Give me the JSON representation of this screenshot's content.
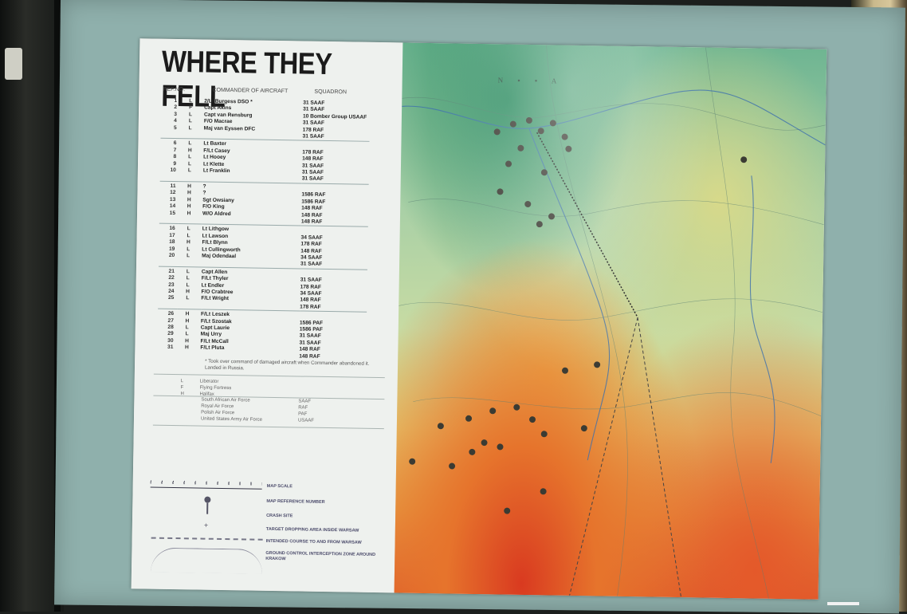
{
  "poster": {
    "title": "WHERE THEY FELL",
    "headers": {
      "ref": "REF.NO.",
      "commander": "COMMANDER OF AIRCRAFT",
      "squadron": "SQUADRON"
    },
    "crashes": [
      {
        "ref": "1",
        "type": "L",
        "commander": "2/Lt Burgess DSO *",
        "squadron": "31 SAAF"
      },
      {
        "ref": "2",
        "type": "F",
        "commander": "Capt Akins",
        "squadron": "31 SAAF"
      },
      {
        "ref": "3",
        "type": "L",
        "commander": "Capt van Rensburg",
        "squadron": "10 Bomber Group USAAF"
      },
      {
        "ref": "4",
        "type": "L",
        "commander": "F/O Macrae",
        "squadron": "31 SAAF"
      },
      {
        "ref": "5",
        "type": "L",
        "commander": "Maj van Eyssen DFC",
        "squadron": "178 RAF"
      },
      {
        "ref": "",
        "type": "",
        "commander": "",
        "squadron": "31 SAAF"
      },
      {
        "ref": "6",
        "type": "L",
        "commander": "Lt Baxter",
        "squadron": ""
      },
      {
        "ref": "7",
        "type": "H",
        "commander": "F/Lt Casey",
        "squadron": "178 RAF"
      },
      {
        "ref": "8",
        "type": "L",
        "commander": "Lt Hooey",
        "squadron": "148 RAF"
      },
      {
        "ref": "9",
        "type": "L",
        "commander": "Lt Klette",
        "squadron": "31 SAAF"
      },
      {
        "ref": "10",
        "type": "L",
        "commander": "Lt Franklin",
        "squadron": "31 SAAF"
      },
      {
        "ref": "",
        "type": "",
        "commander": "",
        "squadron": "31 SAAF"
      },
      {
        "ref": "11",
        "type": "H",
        "commander": "?",
        "squadron": ""
      },
      {
        "ref": "12",
        "type": "H",
        "commander": "?",
        "squadron": "1586 RAF"
      },
      {
        "ref": "13",
        "type": "H",
        "commander": "Sgt Owsiany",
        "squadron": "1586 RAF"
      },
      {
        "ref": "14",
        "type": "H",
        "commander": "F/O King",
        "squadron": "148 RAF"
      },
      {
        "ref": "15",
        "type": "H",
        "commander": "W/O Aldred",
        "squadron": "148 RAF"
      },
      {
        "ref": "",
        "type": "",
        "commander": "",
        "squadron": "148 RAF"
      },
      {
        "ref": "16",
        "type": "L",
        "commander": "Lt Lithgow",
        "squadron": ""
      },
      {
        "ref": "17",
        "type": "L",
        "commander": "Lt Lawson",
        "squadron": "34 SAAF"
      },
      {
        "ref": "18",
        "type": "H",
        "commander": "F/Lt Blynn",
        "squadron": "178 RAF"
      },
      {
        "ref": "19",
        "type": "L",
        "commander": "Lt Cullingworth",
        "squadron": "148 RAF"
      },
      {
        "ref": "20",
        "type": "L",
        "commander": "Maj Odendaal",
        "squadron": "34 SAAF"
      },
      {
        "ref": "",
        "type": "",
        "commander": "",
        "squadron": "31 SAAF"
      },
      {
        "ref": "21",
        "type": "L",
        "commander": "Capt Allen",
        "squadron": ""
      },
      {
        "ref": "22",
        "type": "L",
        "commander": "F/Lt Thyler",
        "squadron": "31 SAAF"
      },
      {
        "ref": "23",
        "type": "L",
        "commander": "Lt Endler",
        "squadron": "178 RAF"
      },
      {
        "ref": "24",
        "type": "H",
        "commander": "F/O Crabtree",
        "squadron": "34 SAAF"
      },
      {
        "ref": "25",
        "type": "L",
        "commander": "F/Lt Wright",
        "squadron": "148 RAF"
      },
      {
        "ref": "",
        "type": "",
        "commander": "",
        "squadron": "178 RAF"
      },
      {
        "ref": "26",
        "type": "H",
        "commander": "F/Lt Leszek",
        "squadron": ""
      },
      {
        "ref": "27",
        "type": "H",
        "commander": "F/Lt Szostak",
        "squadron": "1586 PAF"
      },
      {
        "ref": "28",
        "type": "L",
        "commander": "Capt Laurie",
        "squadron": "1586 PAF"
      },
      {
        "ref": "29",
        "type": "L",
        "commander": "Maj Urry",
        "squadron": "31 SAAF"
      },
      {
        "ref": "30",
        "type": "H",
        "commander": "F/Lt McCall",
        "squadron": "31 SAAF"
      },
      {
        "ref": "31",
        "type": "H",
        "commander": "F/Lt Pluta",
        "squadron": "148 RAF"
      },
      {
        "ref": "",
        "type": "",
        "commander": "",
        "squadron": "148 RAF"
      }
    ],
    "footnote": "* Took over command of damaged aircraft when Commander abandoned it. Landed in Russia.",
    "aircraft_key": [
      {
        "code": "L",
        "name": "Liberator"
      },
      {
        "code": "F",
        "name": "Flying Fortress"
      },
      {
        "code": "H",
        "name": "Halifax"
      }
    ],
    "air_forces": [
      {
        "name": "South African Air Force",
        "abbr": "SAAF"
      },
      {
        "name": "Royal Air Force",
        "abbr": "RAF"
      },
      {
        "name": "Polish Air Force",
        "abbr": "PAF"
      },
      {
        "name": "United States Army Air Force",
        "abbr": "USAAF"
      }
    ],
    "map_key": {
      "scale": "MAP SCALE",
      "reference": "MAP REFERENCE NUMBER",
      "crash": "CRASH SITE",
      "target": "TARGET DROPPING AREA INSIDE WARSAW",
      "course": "INTENDED COURSE TO AND FROM WARSAW",
      "zone": "GROUND CONTROL INTERCEPTION ZONE AROUND KRAKOW"
    }
  },
  "colors": {
    "mat": "#8fb0ac",
    "paper": "#eef1ee",
    "crash_marker": "#3b3b33"
  },
  "crash_site_count": 31
}
